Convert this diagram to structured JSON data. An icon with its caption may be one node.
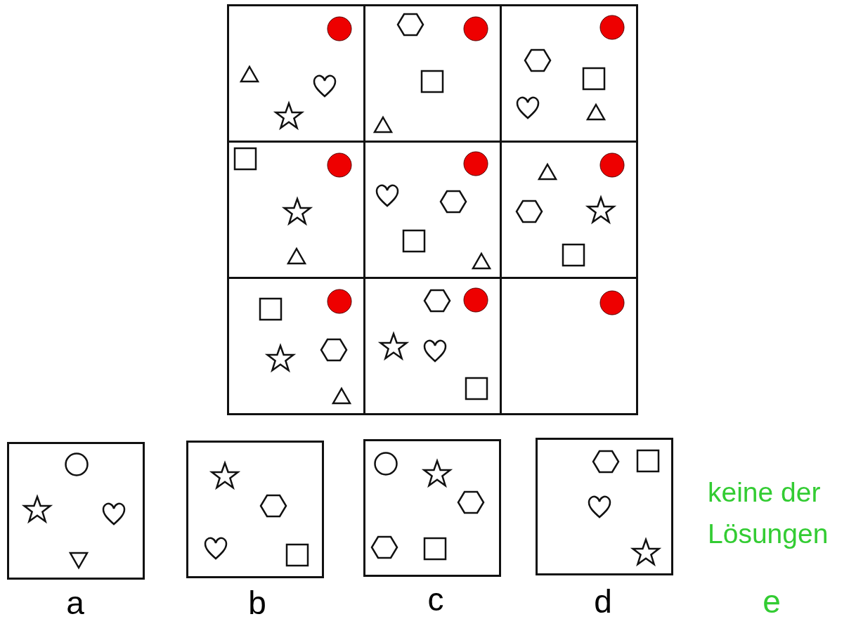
{
  "diagram": {
    "labels": [
      "a",
      "b",
      "c",
      "d",
      "keine der Lösungen",
      "e"
    ]
  }
}
